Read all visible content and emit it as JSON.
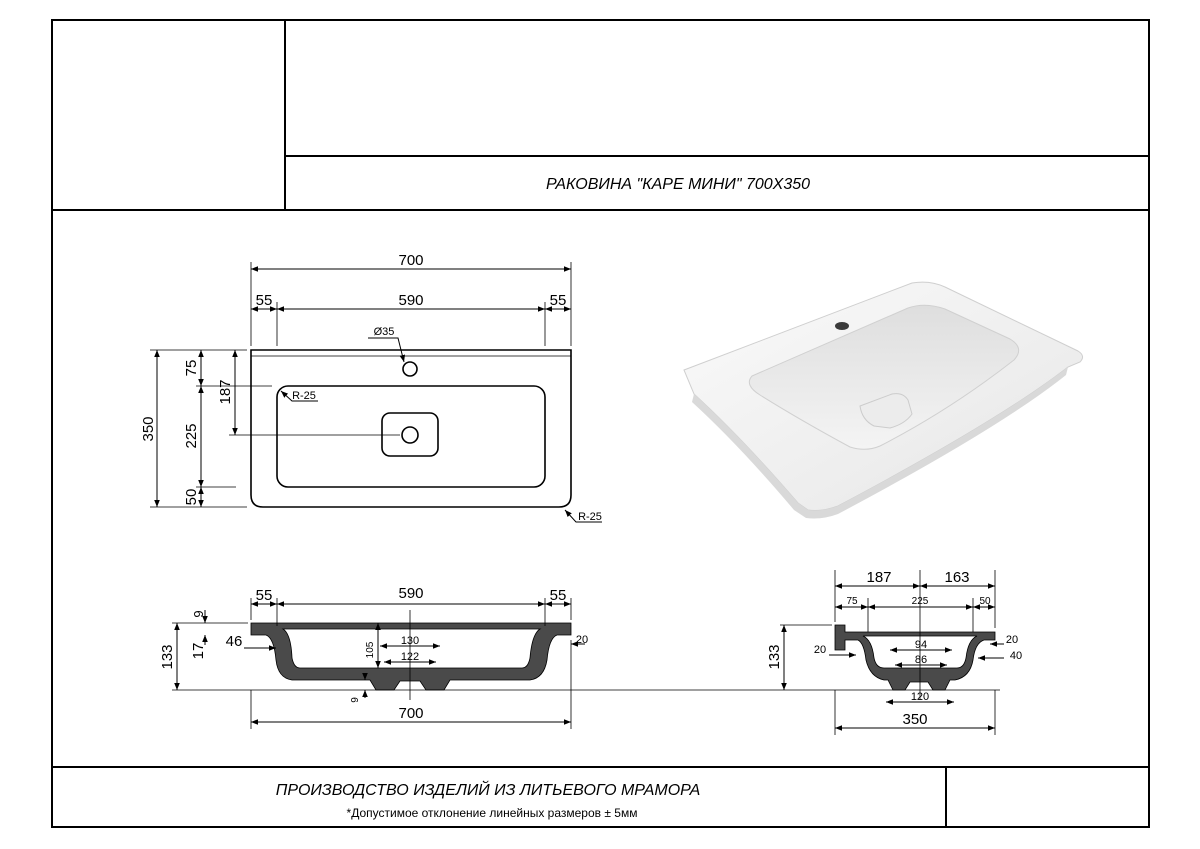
{
  "title_block": {
    "product_title": "РАКОВИНА \"КАРЕ МИНИ\" 700Х350"
  },
  "footer": {
    "company_line": "ПРОИЗВОДСТВО ИЗДЕЛИЙ ИЗ ЛИТЬЕВОГО МРАМОРА",
    "tolerance_note": "*Допустимое отклонение линейных размеров  ± 5мм"
  },
  "top_view": {
    "overall_width": "700",
    "inner_width": "590",
    "left_margin": "55",
    "right_margin": "55",
    "tap_hole": "Ø35",
    "inner_radius": "R-25",
    "outer_radius": "R-25",
    "overall_depth": "350",
    "back_margin": "75",
    "bowl_depth": "225",
    "front_margin": "50",
    "drain_offset": "187"
  },
  "front_section": {
    "left_margin": "55",
    "inner_width": "590",
    "right_margin": "55",
    "overall_width": "700",
    "height": "133",
    "rim_thickness": "9",
    "rim_height": "17",
    "side_offset": "46",
    "wall": "20",
    "bowl_depth": "105",
    "drain_outer": "130",
    "drain_inner": "122",
    "bottom_thickness": "9"
  },
  "side_section": {
    "back_to_drain": "187",
    "drain_to_front": "163",
    "back_margin": "75",
    "bowl_depth": "225",
    "front_margin": "50",
    "height": "133",
    "wall_left": "20",
    "wall_right": "20",
    "front_height": "40",
    "drain_outer": "94",
    "drain_inner": "86",
    "drain_base": "120",
    "overall_depth": "350"
  },
  "colors": {
    "line": "#000000",
    "section_fill": "#4a4a4a",
    "sink_body": "#f2f2f2",
    "sink_shadow": "#d6d6d6"
  }
}
